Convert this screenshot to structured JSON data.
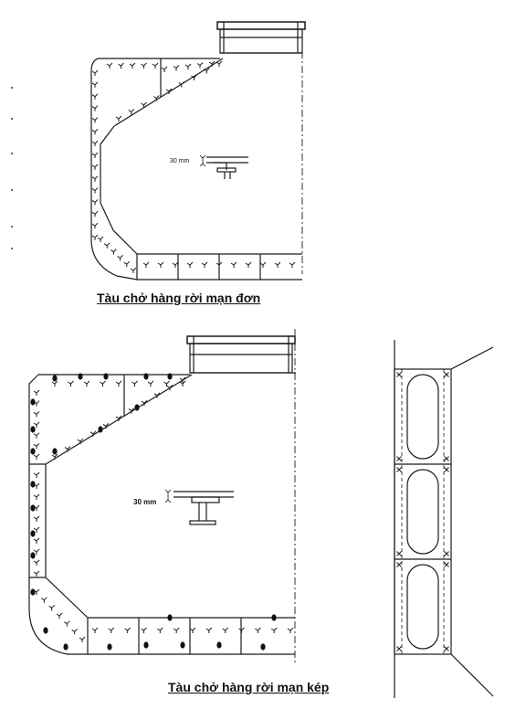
{
  "figure": {
    "top_diagram": {
      "caption": "Tàu chở hàng rời mạn đơn",
      "dimension_label": "30 mm"
    },
    "bottom_diagram": {
      "caption": "Tàu chở hàng rời mạn kép",
      "dimension_label": "30 mm"
    },
    "detail_view": {
      "marker": "x"
    },
    "colors": {
      "line": "#1a1a1a",
      "background": "#ffffff"
    }
  }
}
